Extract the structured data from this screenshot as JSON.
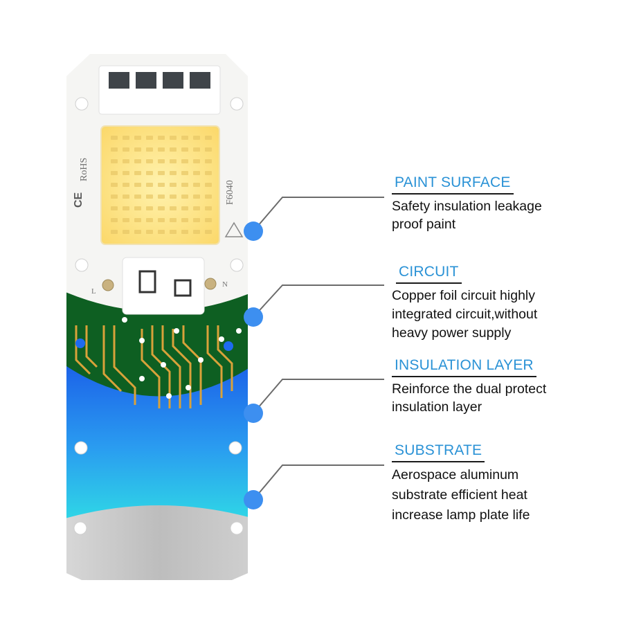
{
  "board": {
    "marks": {
      "rohs": "RoHS",
      "ce": "CE",
      "model": "F6040",
      "left_pad": "L",
      "right_pad": "N"
    }
  },
  "callouts": [
    {
      "title": "PAINT SURFACE",
      "lines": [
        "Safety insulation leakage",
        "proof paint"
      ]
    },
    {
      "title": "CIRCUIT",
      "lines": [
        "Copper foil circuit highly",
        "integrated circuit,without",
        "heavy power supply"
      ]
    },
    {
      "title": "INSULATION LAYER",
      "lines": [
        "Reinforce the dual protect",
        "insulation layer"
      ]
    },
    {
      "title": "SUBSTRATE",
      "lines": [
        "Aerospace aluminum",
        "substrate efficient heat",
        "increase lamp plate life"
      ]
    }
  ],
  "colors": {
    "accent": "#2a92d6",
    "marker": "#3d8ff0",
    "led": "#fde48a",
    "pcb": "#0e5f22",
    "copper": "#d9a23a",
    "insulation_top": "#1b5fe8",
    "insulation_bottom": "#2cd0e8",
    "substrate": "#c9c9c9"
  }
}
